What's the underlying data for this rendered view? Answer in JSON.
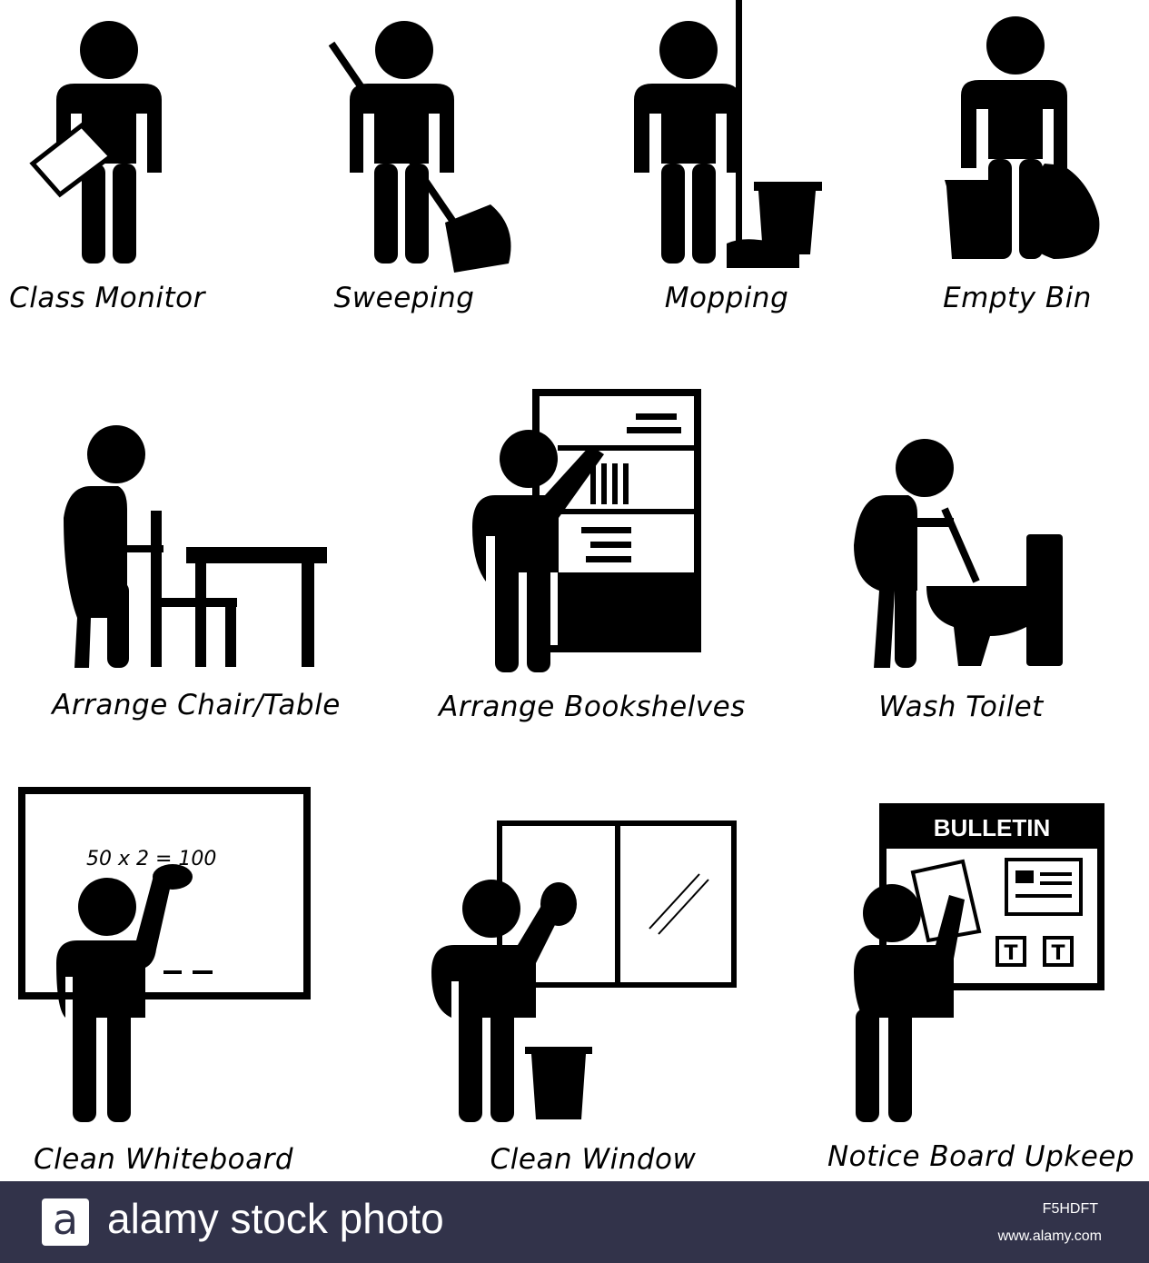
{
  "pictograms": [
    {
      "label": "Class Monitor"
    },
    {
      "label": "Sweeping"
    },
    {
      "label": "Mopping"
    },
    {
      "label": "Empty Bin"
    },
    {
      "label": "Arrange Chair/Table"
    },
    {
      "label": "Arrange Bookshelves"
    },
    {
      "label": "Wash Toilet"
    },
    {
      "label": "Clean Whiteboard"
    },
    {
      "label": "Clean Window"
    },
    {
      "label": "Notice Board Upkeep"
    }
  ],
  "whiteboard_text": "50 x 2 = 100",
  "bulletin_title": "BULLETIN",
  "bulletin_tiles": [
    "T",
    "T"
  ],
  "footer": {
    "logo_letter": "a",
    "brand": "alamy stock photo",
    "image_code": "F5HDFT",
    "website": "www.alamy.com",
    "background_color": "#32334a"
  }
}
